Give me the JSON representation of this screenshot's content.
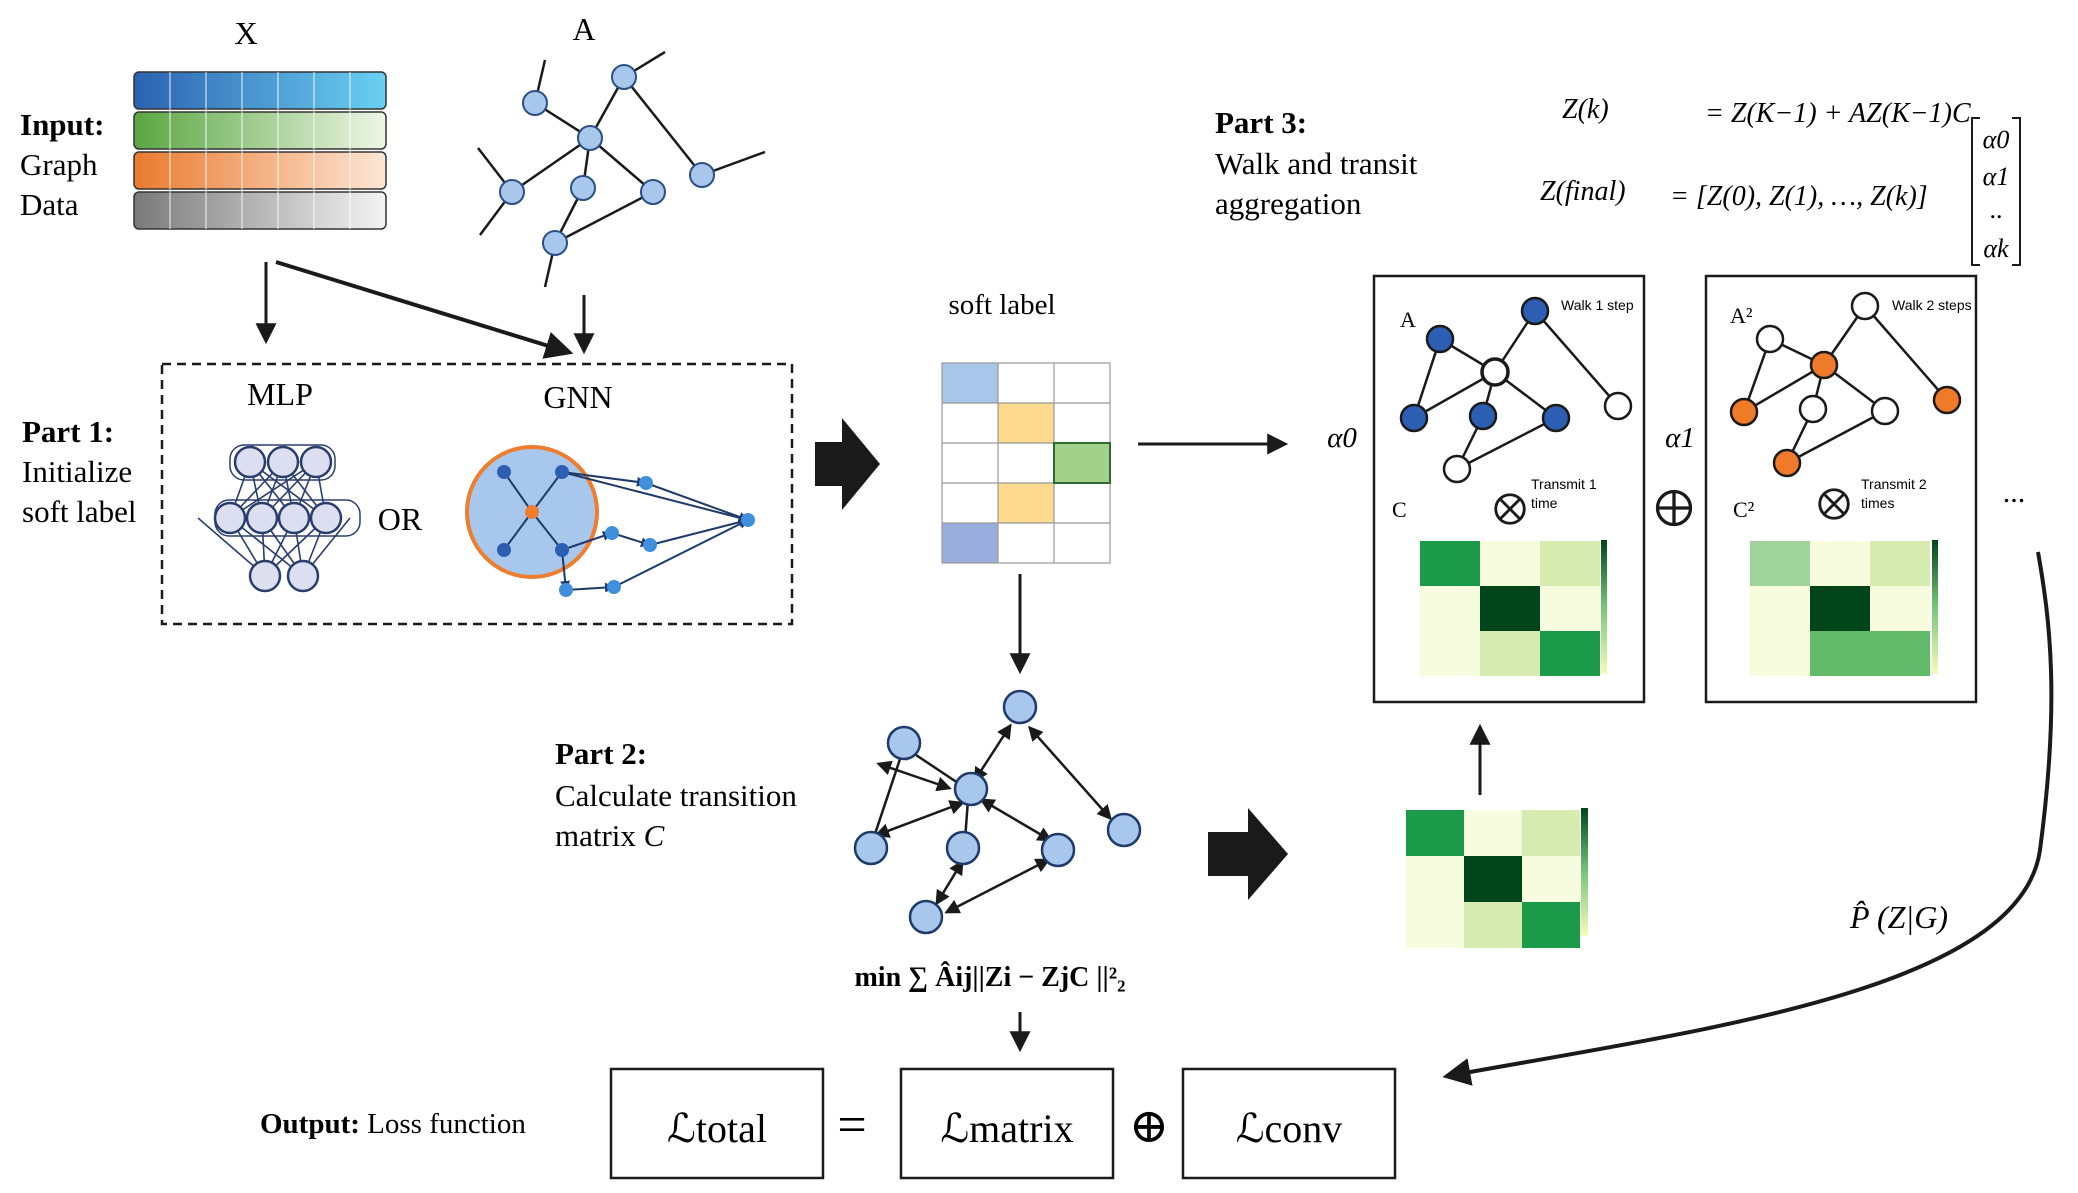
{
  "input": {
    "x_label": "X",
    "a_label": "A",
    "bold": "Input:",
    "line2": "Graph",
    "line3": "Data"
  },
  "part1": {
    "heading": "Part 1:",
    "line2": "Initialize",
    "line3": "soft label",
    "mlp": "MLP",
    "gnn": "GNN",
    "or": "OR"
  },
  "soft_label": "soft label",
  "part2": {
    "heading": "Part 2:",
    "line2": "Calculate transition",
    "line3_prefix": "matrix ",
    "line3_var": "C",
    "objective": "min ∑ Âij||Zi − ZjC ||²₂"
  },
  "part3": {
    "heading": "Part 3:",
    "line2": "Walk and transit",
    "line3": "aggregation",
    "eq1_lhs": "Z(k)",
    "eq1_rhs": "= Z(K−1) + AZ(K−1)C",
    "eq2_lhs": "Z(final)",
    "eq2_rhs": "= [Z(0), Z(1), …, Z(k)]",
    "vector": [
      "α0",
      "α1",
      "..",
      "αk"
    ],
    "alpha0": "α0",
    "alpha1": "α1",
    "panel1": {
      "walk": "Walk 1 step",
      "a_label": "A",
      "transmit_1": "Transmit 1",
      "transmit_2": "time",
      "c_label": "C"
    },
    "panel2": {
      "walk": "Walk 2 steps",
      "a_label": "A²",
      "transmit_1": "Transmit 2",
      "transmit_2": "times",
      "c_label": "C²"
    },
    "ellipsis": "...",
    "prob": "P̂ (Z|G)"
  },
  "output": {
    "bold": "Output:",
    "rest": " Loss function",
    "total": "ℒtotal",
    "equals": "=",
    "matrix": "ℒmatrix",
    "oplus": "⊕",
    "conv": "ℒconv"
  },
  "colors": {
    "node_blue": "#a7c8ec",
    "node_dark_blue": "#2c5fb3",
    "node_orange": "#ef7b2a",
    "heat_dark": "#00441b",
    "heat_mid": "#1b9a4a",
    "heat_light": "#d6ebb0",
    "heat_pale": "#f7fcde"
  }
}
